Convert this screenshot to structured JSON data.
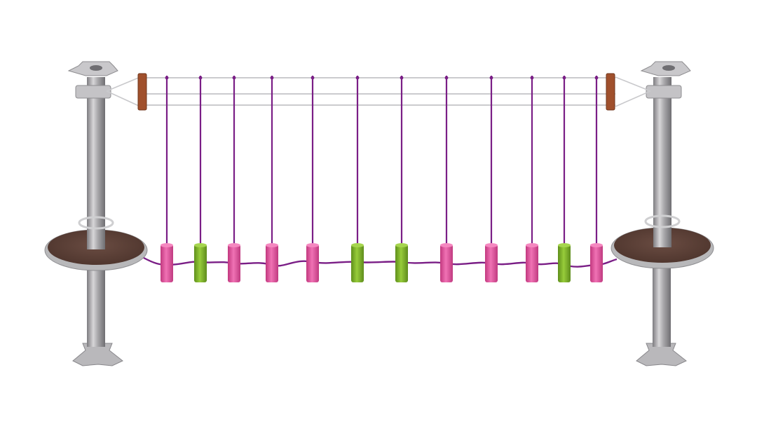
{
  "scene": {
    "subject": "playground-rope-bridge-element",
    "colors": {
      "background": "#ffffff",
      "post_light": "#cfcfd1",
      "post_mid": "#a3a2a4",
      "post_dark": "#77767a",
      "platform_top": "#5b4037",
      "platform_rim": "#a9a9ab",
      "rope": "#7a1e86",
      "cable": "#c9c9cc",
      "wood_plank": "#a0502c",
      "step_pink": "#e3559f",
      "step_green": "#7fb42a"
    },
    "steps": [
      "pink",
      "green",
      "pink",
      "pink",
      "pink",
      "green",
      "green",
      "pink",
      "pink",
      "pink",
      "green",
      "pink"
    ]
  }
}
